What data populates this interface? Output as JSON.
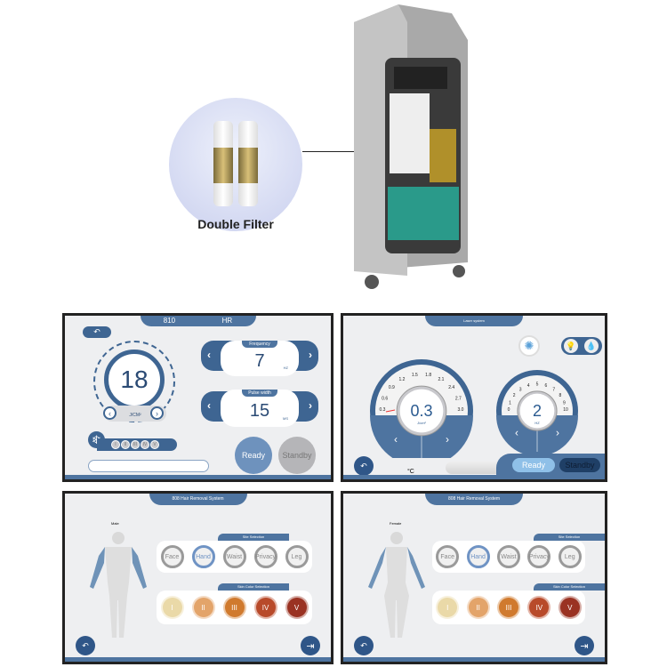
{
  "product": {
    "filter_label": "Double Filter"
  },
  "screen1": {
    "title_left": "810",
    "title_right": "HR",
    "energy": "18",
    "energy_unit": "J/CM²",
    "frequency_label": "Frequency",
    "frequency": "7",
    "frequency_unit": "HZ",
    "pulse_label": "Pulse width",
    "pulse": "15",
    "pulse_unit": "MS",
    "skin_types": [
      "I",
      "II",
      "III",
      "IV",
      "V"
    ],
    "ready": "Ready",
    "standby": "Standby"
  },
  "screen2": {
    "title": "Laser system",
    "energy": "0.3",
    "energy_unit": "J/cm²",
    "energy_ticks": [
      "0.3",
      "0.6",
      "0.9",
      "1.2",
      "1.5",
      "1.8",
      "2.1",
      "2.4",
      "2.7",
      "3.0"
    ],
    "freq": "2",
    "freq_unit": "HZ",
    "freq_ticks": [
      "0",
      "1",
      "2",
      "3",
      "4",
      "5",
      "6",
      "7",
      "8",
      "9",
      "10"
    ],
    "temp_unit": "°C",
    "ready": "Ready",
    "standby": "Standby"
  },
  "screen3": {
    "title": "808 Hair Removal System",
    "gender": "Male",
    "site_label": "Site Selection",
    "skin_label": "Skin Color Selection",
    "sites": [
      "Face",
      "Hand",
      "Waist",
      "Privacy",
      "Leg"
    ],
    "selected_site": "Hand",
    "skins": [
      "I",
      "II",
      "III",
      "IV",
      "V"
    ]
  },
  "screen4": {
    "title": "808 Hair Removal System",
    "gender": "Female",
    "site_label": "Site Selection",
    "skin_label": "Skin Color Selection",
    "sites": [
      "Face",
      "Hand",
      "Waist",
      "Privacy",
      "Leg"
    ],
    "selected_site": "Hand",
    "skins": [
      "I",
      "II",
      "III",
      "IV",
      "V"
    ]
  },
  "colors": {
    "accent": "#4e74a0",
    "dark": "#1f3f66",
    "skin": [
      "#ead9a8",
      "#e3a46a",
      "#d07a2e",
      "#b84a2a",
      "#9a3222"
    ]
  }
}
